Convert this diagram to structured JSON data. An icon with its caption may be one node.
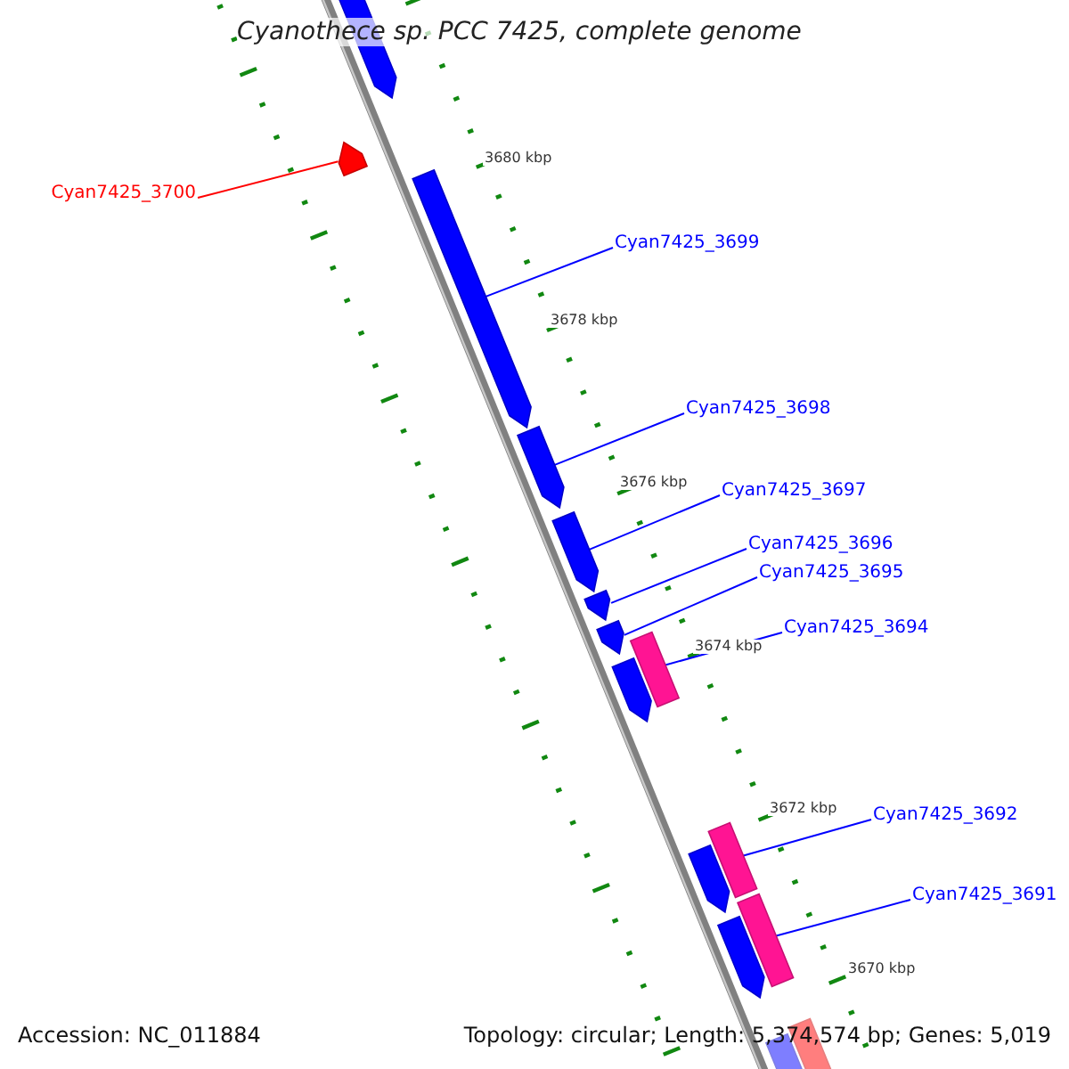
{
  "diagram": {
    "title": "Cyanothece sp. PCC 7425, complete genome",
    "nodes": [
      {
        "text": [
          "Cyan7425_3700"
        ]
      },
      {
        "text": [],
        "shape": "arrow"
      },
      {
        "text": [
          "Cyan7425_3699"
        ]
      },
      {
        "text": [],
        "shape": "arrow"
      },
      {
        "text": [
          "Cyan7425_3698"
        ]
      },
      {
        "text": [],
        "shape": "arrow"
      },
      {
        "text": [
          "Cyan7425_3697"
        ]
      },
      {
        "text": [],
        "shape": "arrow"
      },
      {
        "text": [
          "Cyan7425_3696"
        ]
      },
      {
        "text": [],
        "shape": "arrow"
      },
      {
        "text": [
          "Cyan7425_3695"
        ]
      },
      {
        "text": [],
        "shape": "arrow"
      },
      {
        "text": [
          "Cyan7425_3694"
        ]
      },
      {
        "text": [],
        "shape": "bar"
      },
      {
        "text": [
          "Cyan7425_3692"
        ]
      },
      {
        "text": [],
        "shape": "bar"
      },
      {
        "text": [
          "Cyan7425_3691"
        ]
      },
      {
        "text": [],
        "shape": "bar"
      }
    ],
    "edges": [
      {
        "from": 0,
        "to": 1,
        "arrow": "none",
        "color": "#ff0000"
      },
      {
        "from": 2,
        "to": 3,
        "arrow": "none"
      },
      {
        "from": 4,
        "to": 5,
        "arrow": "none"
      },
      {
        "from": 6,
        "to": 7,
        "arrow": "none"
      },
      {
        "from": 8,
        "to": 9,
        "arrow": "none"
      },
      {
        "from": 10,
        "to": 11,
        "arrow": "none"
      },
      {
        "from": 12,
        "to": 13,
        "arrow": "none"
      },
      {
        "from": 14,
        "to": 15,
        "arrow": "none"
      },
      {
        "from": 16,
        "to": 17,
        "arrow": "none"
      }
    ],
    "labels": [
      "3680 kbp",
      "3678 kbp",
      "3676 kbp",
      "3674 kbp",
      "3672 kbp",
      "3670 kbp",
      "Accession: NC_011884",
      "Topology: circular; Length: 5,374,574 bp; Genes: 5,019"
    ]
  }
}
